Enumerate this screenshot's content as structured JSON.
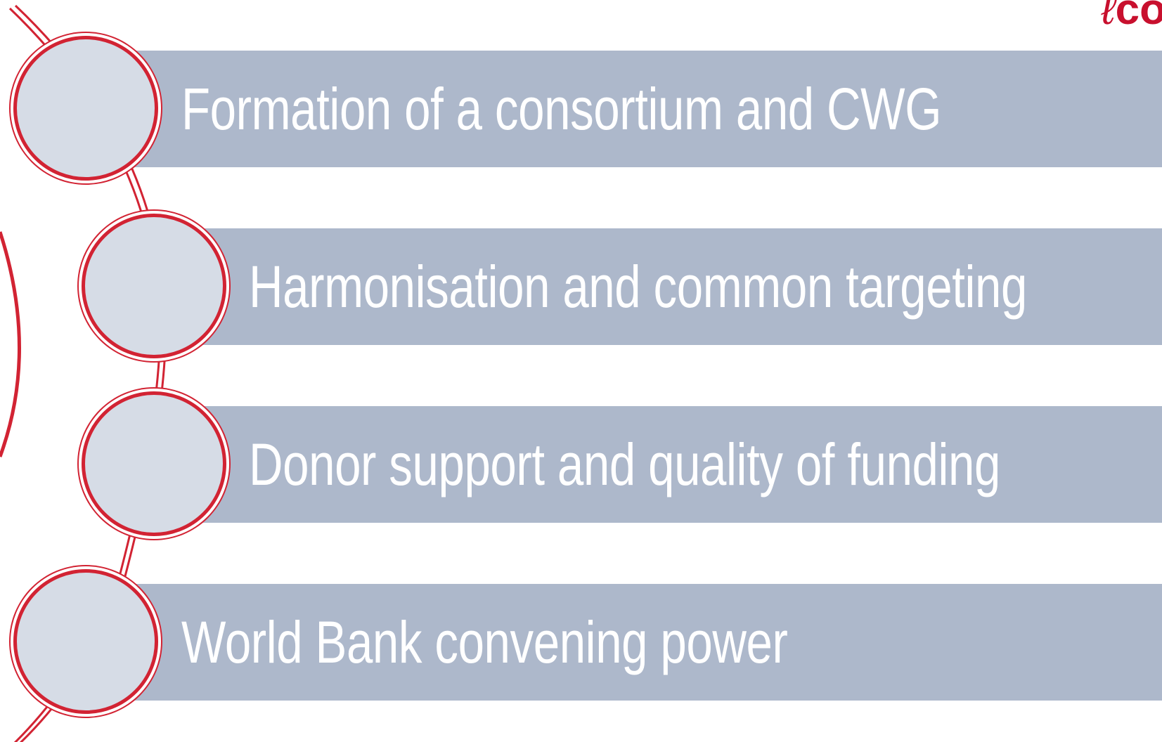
{
  "diagram": {
    "steps": [
      {
        "label": "Formation of a consortium and CWG"
      },
      {
        "label": "Harmonisation and common targeting"
      },
      {
        "label": "Donor support and quality of funding"
      },
      {
        "label": "World Bank convening power"
      }
    ],
    "logo_fragment": "co"
  },
  "colors": {
    "bar": "#adb8cb",
    "node_fill": "#d6dce6",
    "accent_red": "#d22333",
    "text": "#ffffff"
  }
}
